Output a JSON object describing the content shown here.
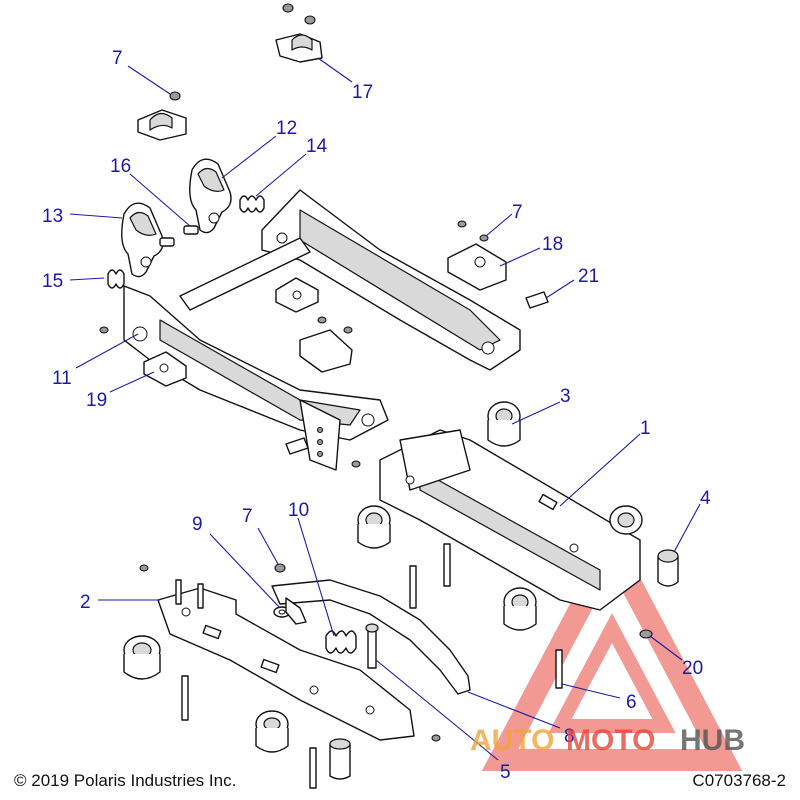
{
  "callouts": {
    "c1": "1",
    "c2": "2",
    "c3": "3",
    "c4": "4",
    "c5": "5",
    "c6": "6",
    "c7a": "7",
    "c7b": "7",
    "c7c": "7",
    "c8": "8",
    "c9": "9",
    "c10": "10",
    "c11": "11",
    "c12": "12",
    "c13": "13",
    "c14": "14",
    "c15": "15",
    "c16": "16",
    "c17": "17",
    "c18": "18",
    "c19": "19",
    "c20": "20",
    "c21": "21"
  },
  "footer": {
    "copyright": "© 2019 Polaris Industries Inc.",
    "diagram_id": "C0703768-2"
  },
  "watermark": {
    "part1": "AUTO",
    "part2": "MOTO",
    "part3": "HUB"
  },
  "colors": {
    "callout": "#1a1aa6",
    "watermark_red": "#e8463c",
    "watermark_orange": "#f2a33a",
    "watermark_gray": "#555555"
  }
}
